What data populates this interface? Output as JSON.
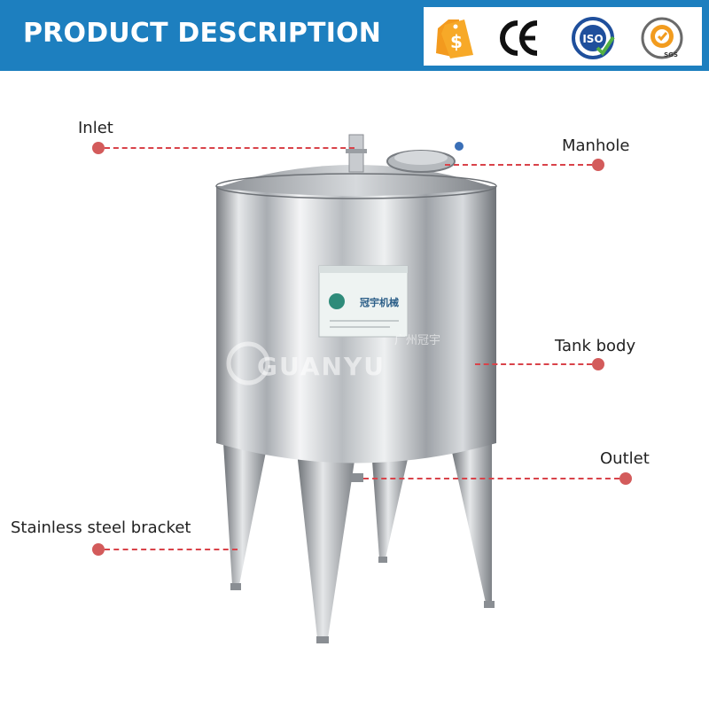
{
  "header": {
    "title": "PRODUCT DESCRIPTION",
    "background": "#1d7fbf"
  },
  "certifications": [
    {
      "icon": "price-tag-dollar-icon",
      "color": "#f39a1e"
    },
    {
      "icon": "ce-mark-icon",
      "text": "CE"
    },
    {
      "icon": "iso-badge-icon",
      "text": "ISO"
    },
    {
      "icon": "sgs-badge-icon",
      "text": "SGS"
    }
  ],
  "product": {
    "brand_watermark": "GUANYU",
    "nameplate_text": "冠宇机械",
    "watermark_cn": "广州冠宇"
  },
  "callouts": {
    "inlet": "Inlet",
    "manhole": "Manhole",
    "tank_body": "Tank body",
    "outlet": "Outlet",
    "bracket": "Stainless steel bracket"
  },
  "accent_color": "#d9434a"
}
